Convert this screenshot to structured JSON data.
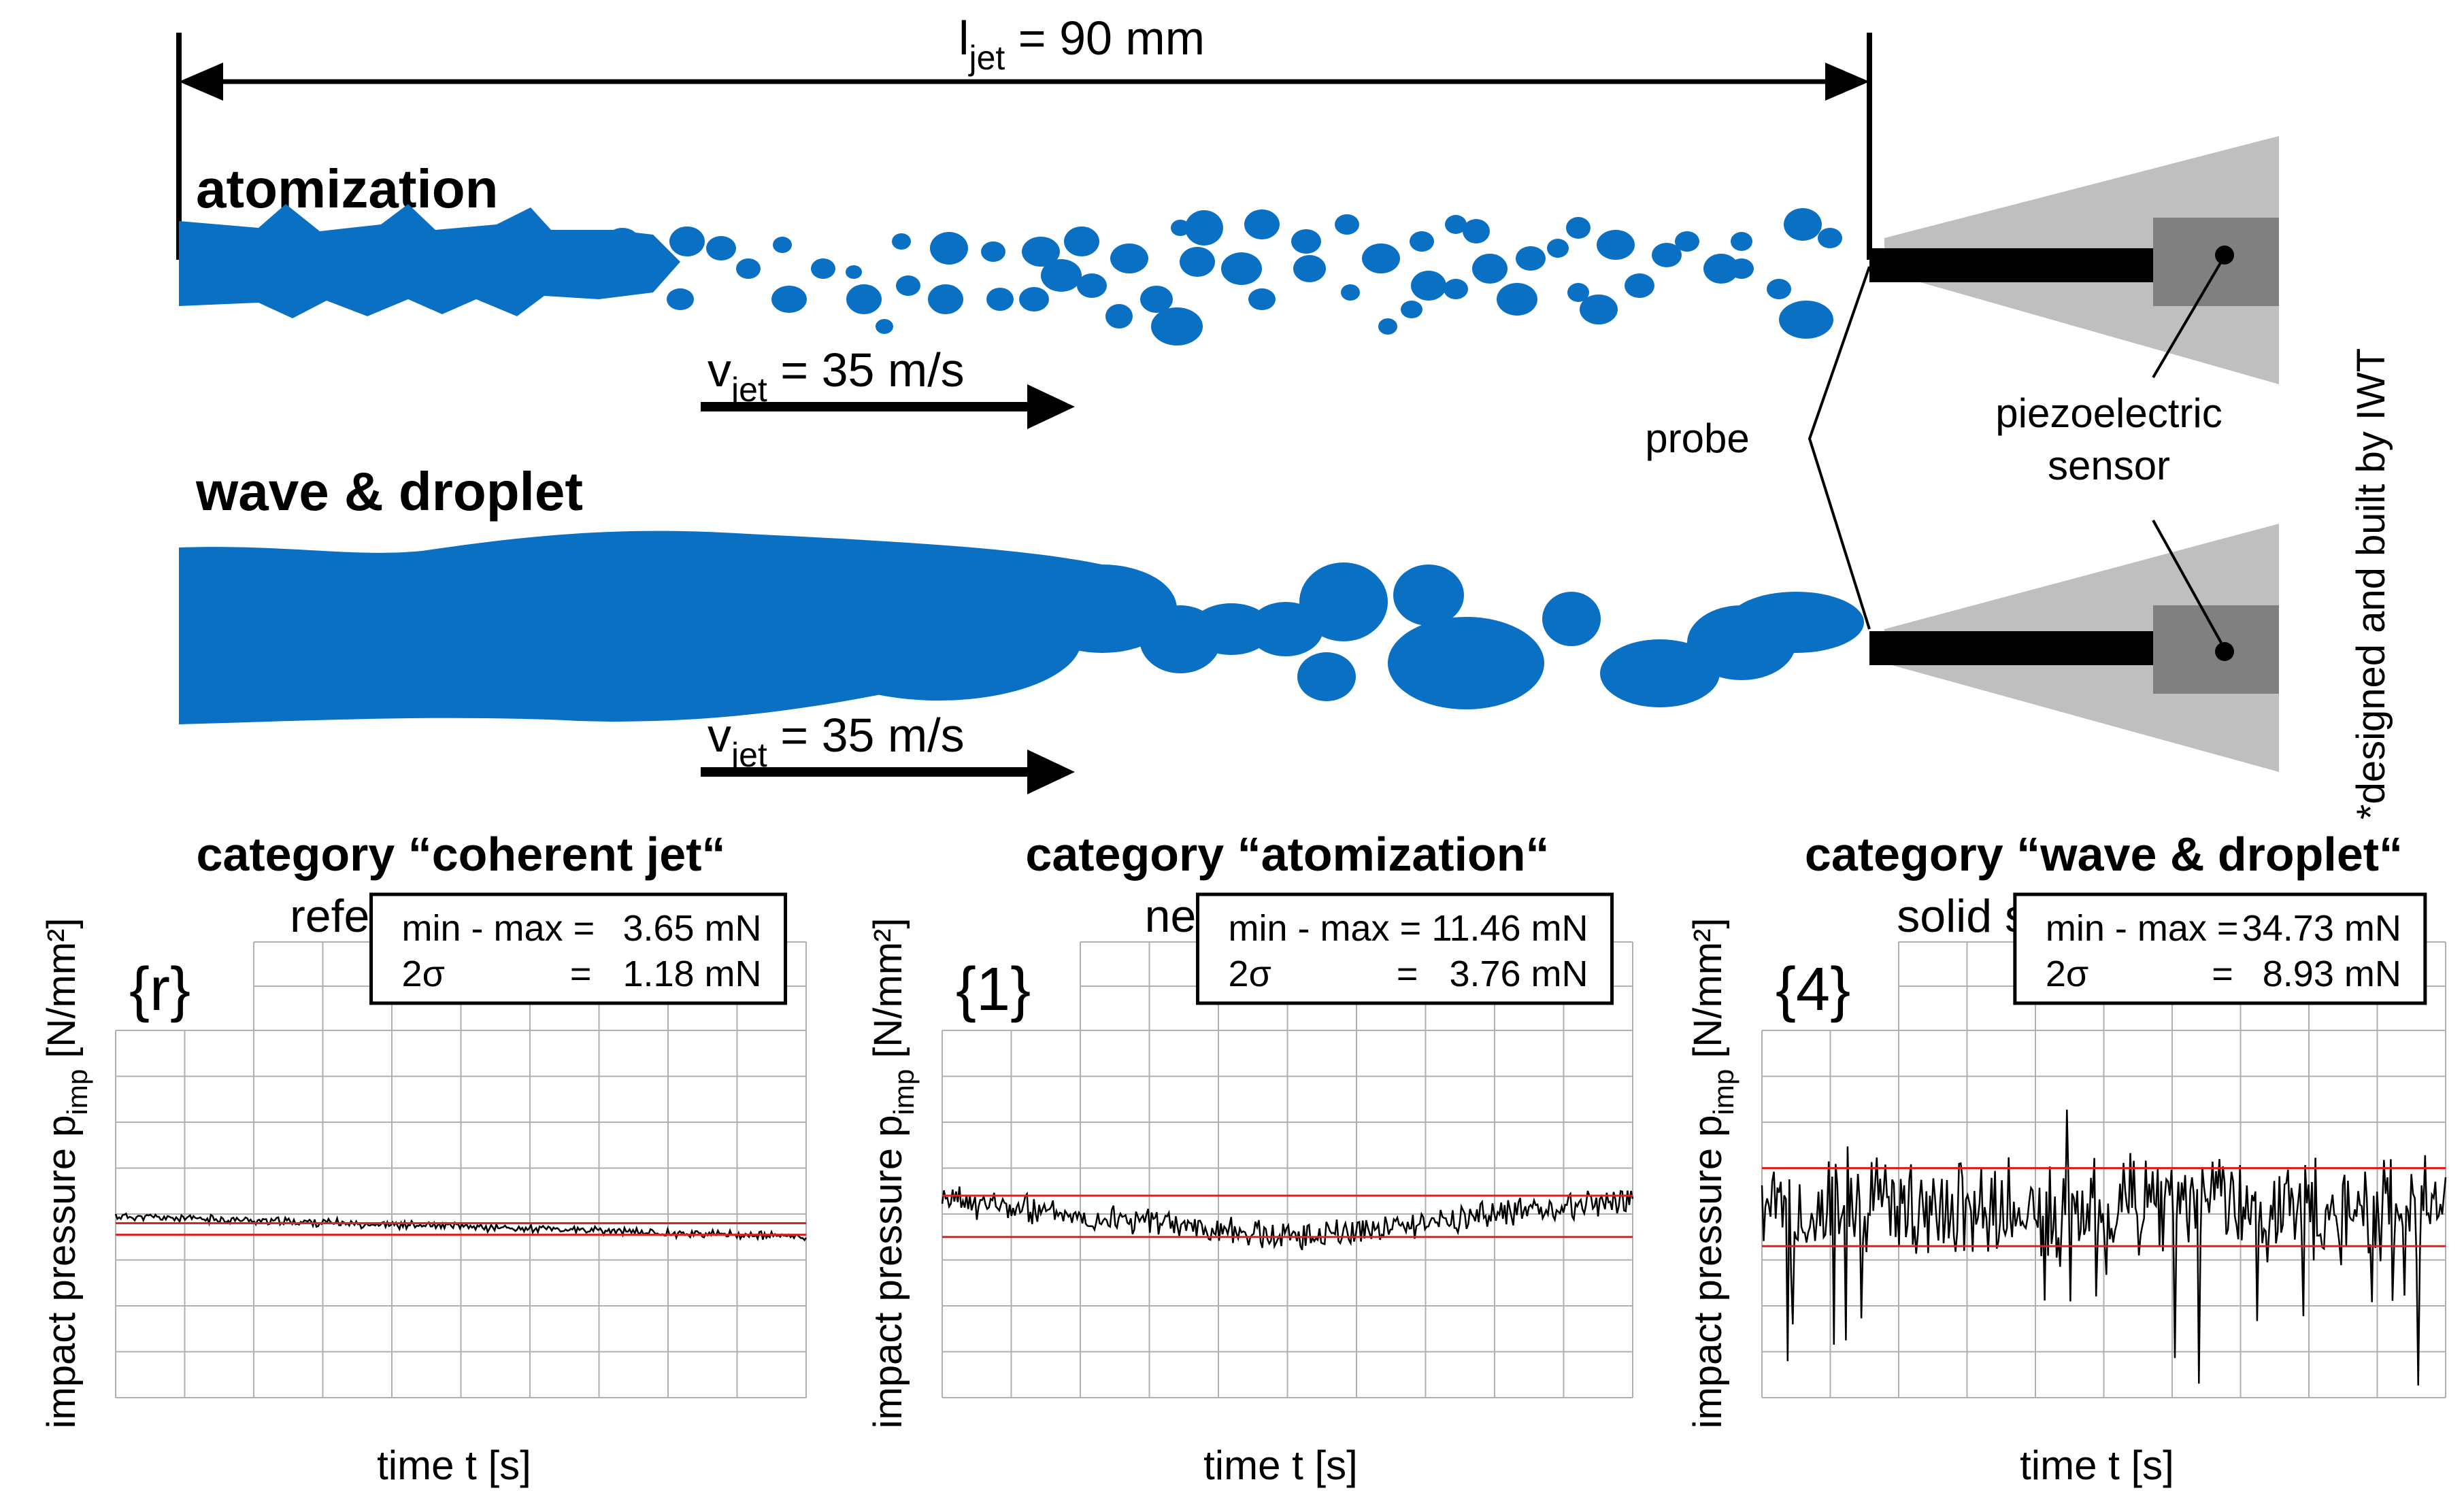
{
  "diagram": {
    "jet_length": {
      "main": "l",
      "sub": "jet",
      "rest": " = 90 mm"
    },
    "atomization_label": "atomization",
    "wave_label": "wave & droplet",
    "velocity": {
      "main": "v",
      "sub": "jet",
      "rest": " = 35 m/s"
    },
    "probe_label": "probe",
    "sensor_label_line1": "piezoelectric",
    "sensor_label_line2": "sensor",
    "footnote": "*designed and built by IWT"
  },
  "colors": {
    "jet": "#0a70c4",
    "housing_light": "#bfbfbf",
    "housing_dark": "#808080",
    "signal": "#000000",
    "limit_lines": "#e02020",
    "grid": "#b0b0b0"
  },
  "chart_data": [
    {
      "type": "line",
      "title": "category “coherent jet“",
      "subtitle": "reference nozzle",
      "tag": "{r}",
      "ylabel": {
        "main": "impact pressure p",
        "sub": "imp",
        "rest": " [N/mm²]"
      },
      "xlabel": "time t [s]",
      "stats": {
        "line1_label": "min - max =",
        "line1_value": "3.65 mN",
        "line2_label": "2σ",
        "line2_eq": "=",
        "line2_value": "1.18 mN"
      },
      "ylim": [
        0,
        8
      ],
      "limit_lines": [
        3.8,
        3.55
      ],
      "signal": {
        "base_start": 3.95,
        "base_end": 3.5,
        "noise": 0.07,
        "points": 400,
        "seed": 11
      },
      "grid": true
    },
    {
      "type": "line",
      "title": "category “atomization“",
      "subtitle": "needle nozzle",
      "tag": "{1}",
      "ylabel": {
        "main": "impact pressure p",
        "sub": "imp",
        "rest": " [N/mm²]"
      },
      "xlabel": "time t [s]",
      "stats": {
        "line1_label": "min - max =",
        "line1_value": "11.46 mN",
        "line2_label": "2σ",
        "line2_eq": "=",
        "line2_value": "3.76 mN"
      },
      "ylim": [
        0,
        8
      ],
      "limit_lines": [
        4.4,
        3.5
      ],
      "signal": {
        "base_start": 4.3,
        "base_mid": 3.5,
        "base_end": 4.3,
        "noise": 0.25,
        "points": 400,
        "seed": 23
      },
      "grid": true
    },
    {
      "type": "line",
      "title": "category “wave & droplet“",
      "subtitle": "solid stream nozzle*",
      "tag": "{4}",
      "ylabel": {
        "main": "impact pressure p",
        "sub": "imp",
        "rest": " [N/mm²]"
      },
      "xlabel": "time t [s]",
      "stats": {
        "line1_label": "min - max =",
        "line1_value": "34.73 mN",
        "line2_label": "2σ",
        "line2_eq": "=",
        "line2_value": "8.93 mN"
      },
      "ylim": [
        0,
        8
      ],
      "limit_lines": [
        5.0,
        3.3
      ],
      "signal": {
        "base_start": 4.2,
        "base_end": 4.2,
        "noise": 0.9,
        "points": 400,
        "seed": 47
      },
      "grid": true
    }
  ]
}
